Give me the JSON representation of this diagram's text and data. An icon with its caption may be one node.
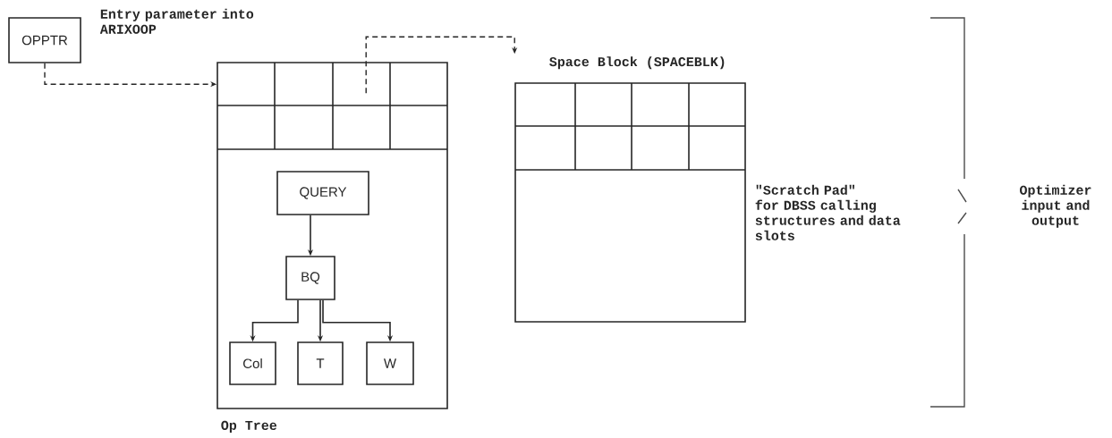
{
  "diagram": {
    "nodes": [
      {
        "text": [
          "OPPTR"
        ],
        "beside": [
          "Entry parameter into ARIXOOP"
        ]
      },
      {
        "text": [
          "Op Tree"
        ]
      },
      {
        "text": [
          "QUERY"
        ],
        "in": 1
      },
      {
        "text": [
          "BQ"
        ],
        "in": 1
      },
      {
        "text": [
          "Col"
        ],
        "in": 1
      },
      {
        "text": [
          "T"
        ],
        "in": 1
      },
      {
        "text": [
          "W"
        ],
        "in": 1
      },
      {
        "text": [
          "Space Block (SPACEBLK)"
        ],
        "beside": [
          "\"Scratch Pad\" for DBSS calling structures and data slots"
        ]
      }
    ],
    "edges": [
      {
        "from": 0,
        "to": 1,
        "arrow": "to",
        "style": "dashed"
      },
      {
        "from": 1,
        "to": 7,
        "arrow": "to",
        "style": "dashed"
      },
      {
        "from": 2,
        "to": 3,
        "arrow": "to"
      },
      {
        "from": 3,
        "to": 4,
        "arrow": "to"
      },
      {
        "from": 3,
        "to": 5,
        "arrow": "to"
      },
      {
        "from": 3,
        "to": 6,
        "arrow": "to"
      }
    ],
    "labels": [
      "Optimizer input and output"
    ]
  }
}
